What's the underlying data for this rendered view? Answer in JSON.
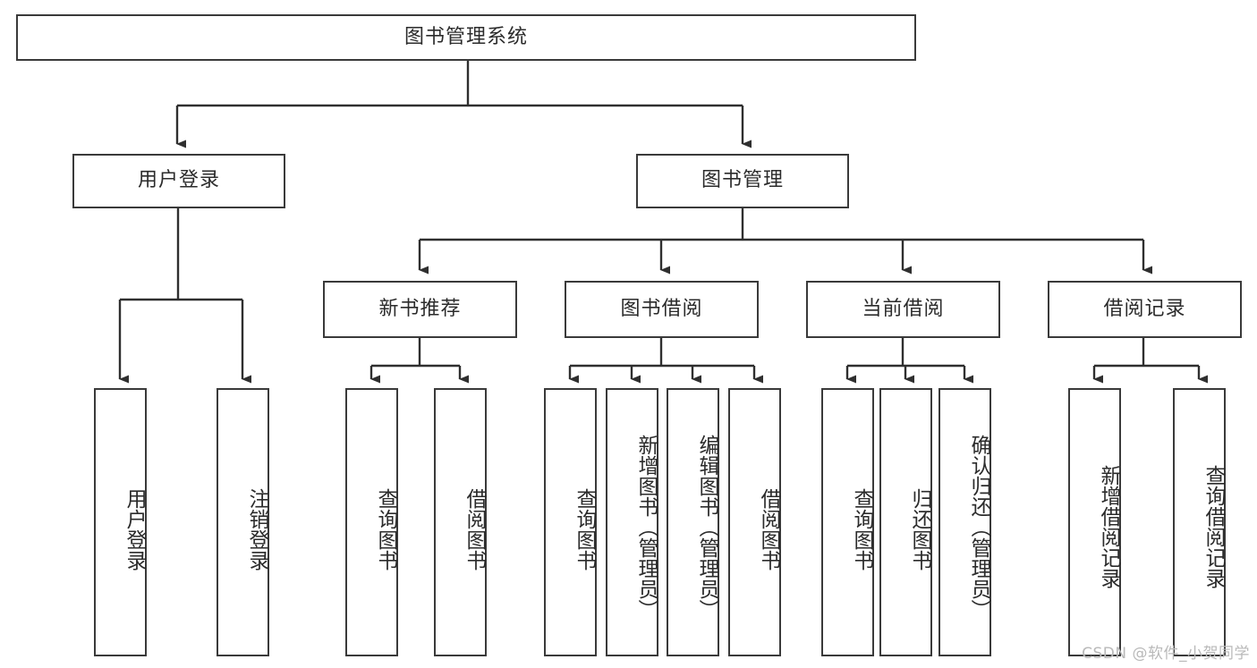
{
  "diagram": {
    "type": "tree-hierarchy",
    "title": "图书管理系统",
    "root": {
      "id": "root",
      "label": "图书管理系统",
      "level": 0
    },
    "level1": [
      {
        "id": "user-login",
        "label": "用户登录"
      },
      {
        "id": "book-management",
        "label": "图书管理"
      }
    ],
    "level2": [
      {
        "id": "new-book-recommend",
        "label": "新书推荐",
        "parent": "book-management"
      },
      {
        "id": "book-borrow",
        "label": "图书借阅",
        "parent": "book-management"
      },
      {
        "id": "current-borrow",
        "label": "当前借阅",
        "parent": "book-management"
      },
      {
        "id": "borrow-record",
        "label": "借阅记录",
        "parent": "book-management"
      }
    ],
    "leaves": {
      "user_login": [
        {
          "id": "leaf-user-login",
          "label": "用户登录"
        },
        {
          "id": "leaf-logout-login",
          "label": "注销登录"
        }
      ],
      "new_book_recommend": [
        {
          "id": "leaf-query-book-1",
          "label": "查询图书"
        },
        {
          "id": "leaf-borrow-book-1",
          "label": "借阅图书"
        }
      ],
      "book_borrow": [
        {
          "id": "leaf-query-book-2",
          "label": "查询图书"
        },
        {
          "id": "leaf-add-book",
          "label": "新增图书（管理员）"
        },
        {
          "id": "leaf-edit-book",
          "label": "编辑图书（管理员）"
        },
        {
          "id": "leaf-borrow-book-2",
          "label": "借阅图书"
        }
      ],
      "current_borrow": [
        {
          "id": "leaf-query-book-3",
          "label": "查询图书"
        },
        {
          "id": "leaf-return-book",
          "label": "归还图书"
        },
        {
          "id": "leaf-confirm-return",
          "label": "确认归还（管理员）"
        }
      ],
      "borrow_record": [
        {
          "id": "leaf-add-record",
          "label": "新增借阅记录"
        },
        {
          "id": "leaf-query-record",
          "label": "查询借阅记录"
        }
      ]
    }
  },
  "watermark": {
    "text": "CSDN @软件_小贺同学"
  },
  "colors": {
    "box_border": "#3a3a3a",
    "box_fill": "#ffffff",
    "text": "#2b2b2b",
    "connector": "#2f2f2f",
    "watermark": "#b9b9b9",
    "background": "#ffffff"
  }
}
